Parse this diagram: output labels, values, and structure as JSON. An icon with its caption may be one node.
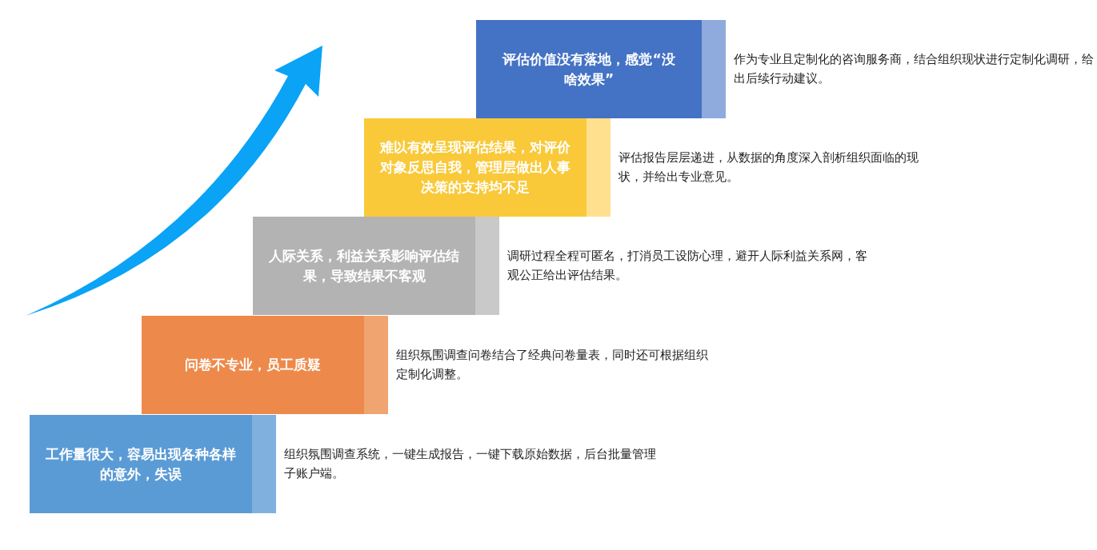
{
  "diagram": {
    "nodes": [
      {
        "text": [
          "评估价值没有落地，感觉“没啥效果”"
        ],
        "beside": [
          "作为专业且定制化的咨询服务商，结合组织现状进行定制化调研，给出后续行动建议。"
        ]
      },
      {
        "text": [
          "难以有效呈现评估结果，对评价对象反思自我，管理层做出人事决策的支持均不足"
        ],
        "beside": [
          "评估报告层层递进，从数据的角度深入剖析组织面临的现状，并给出专业意见。"
        ]
      },
      {
        "text": [
          "人际关系，利益关系影响评估结果，导致结果不客观"
        ],
        "beside": [
          "调研过程全程可匿名，打消员工设防心理，避开人际利益关系网，客观公正给出评估结果。"
        ]
      },
      {
        "text": [
          "问卷不专业，员工质疑"
        ],
        "beside": [
          "组织氛围调查问卷结合了经典问卷量表，同时还可根据组织定制化调整。"
        ]
      },
      {
        "text": [
          "工作量很大，容易出现各种各样的意外，失误"
        ],
        "beside": [
          "组织氛围调查系统，一键生成报告，一键下载原始数据，后台批量管理子账户端。"
        ]
      }
    ]
  }
}
